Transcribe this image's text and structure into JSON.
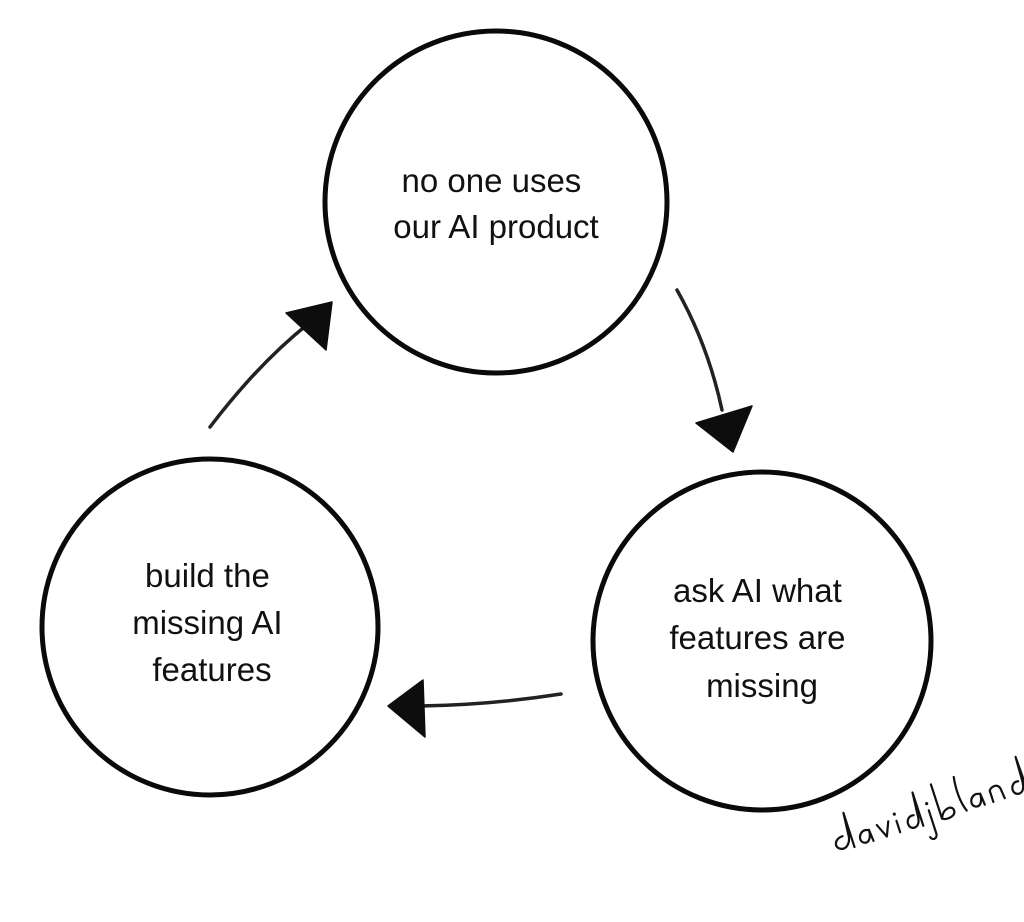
{
  "diagram": {
    "nodes": [
      {
        "id": "top",
        "lines": [
          "no one uses",
          "our AI product"
        ]
      },
      {
        "id": "right",
        "lines": [
          "ask AI what",
          "features are",
          "missing"
        ]
      },
      {
        "id": "left",
        "lines": [
          "build the",
          "missing AI",
          "features"
        ]
      }
    ],
    "edges": [
      {
        "from": "top",
        "to": "right"
      },
      {
        "from": "right",
        "to": "left"
      },
      {
        "from": "left",
        "to": "top"
      }
    ],
    "signature": "davidjbland",
    "colors": {
      "stroke": "#0a0a0a",
      "background": "#ffffff",
      "text": "#111111"
    }
  }
}
